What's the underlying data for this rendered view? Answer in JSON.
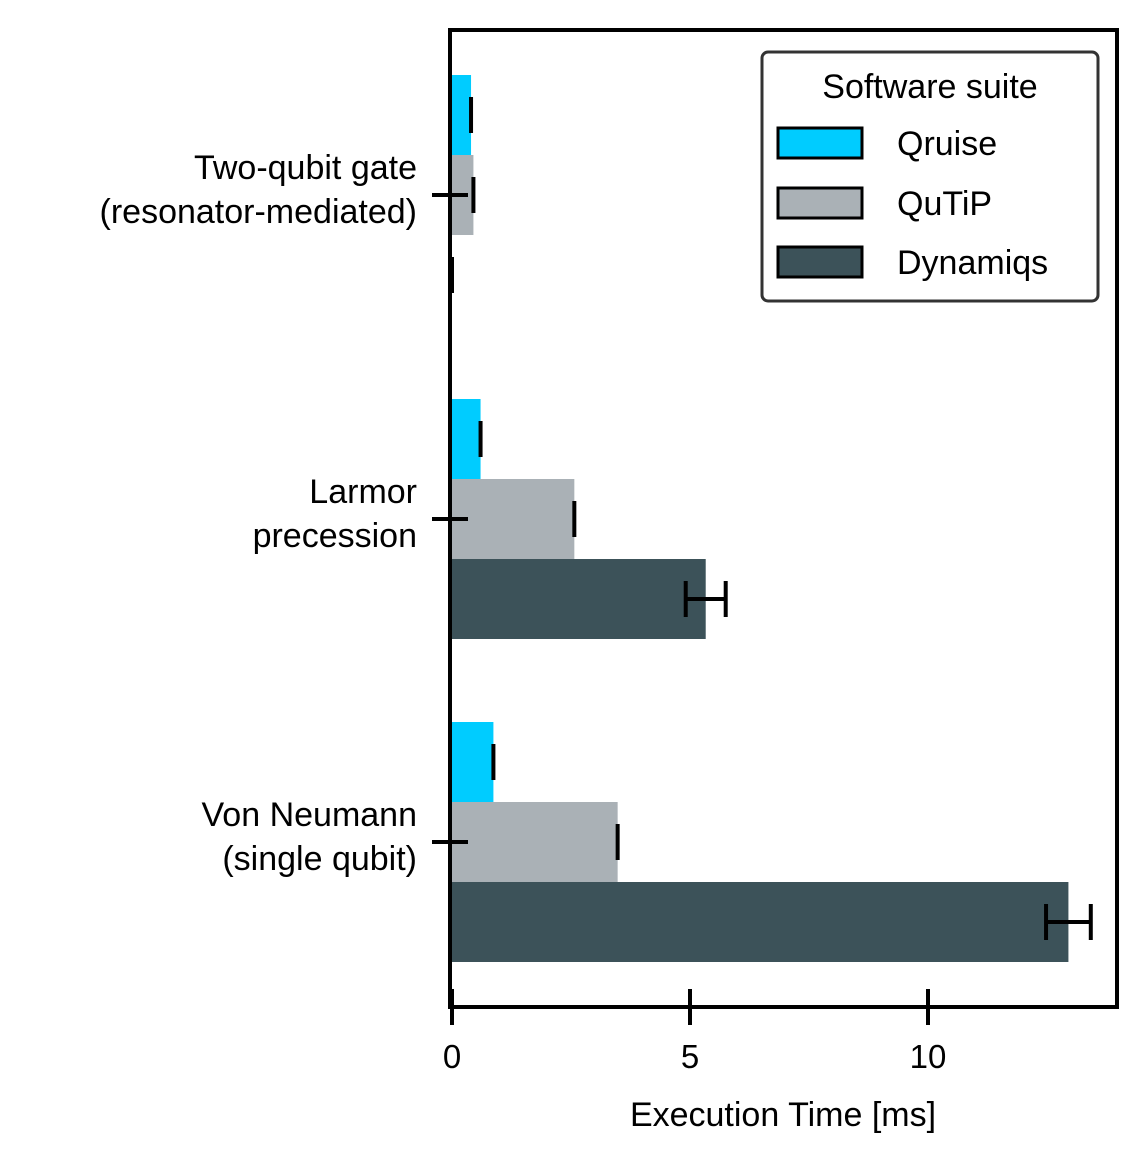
{
  "chart_data": {
    "type": "bar",
    "orientation": "horizontal",
    "categories": [
      "Two-qubit gate\n(resonator-mediated)",
      "Larmor\nprecession",
      "Von Neumann\n(single qubit)"
    ],
    "series": [
      {
        "name": "Qruise",
        "color": "#00ccff",
        "values": [
          0.4,
          0.6,
          0.87
        ],
        "errors": [
          0.0,
          0.0,
          0.0
        ]
      },
      {
        "name": "QuTiP",
        "color": "#aab1b6",
        "values": [
          0.45,
          2.57,
          3.48
        ],
        "errors": [
          0.0,
          0.0,
          0.0
        ]
      },
      {
        "name": "Dynamiqs",
        "color": "#3c5259",
        "values": [
          0.0,
          5.33,
          12.95
        ],
        "errors": [
          0.0,
          0.42,
          0.47
        ]
      }
    ],
    "xlabel": "Execution Time [ms]",
    "ylabel": "",
    "xlim": [
      0,
      14
    ],
    "xticks": [
      0,
      5,
      10
    ],
    "grid": false,
    "legend": {
      "title": "Software suite",
      "position": "top-right"
    }
  }
}
